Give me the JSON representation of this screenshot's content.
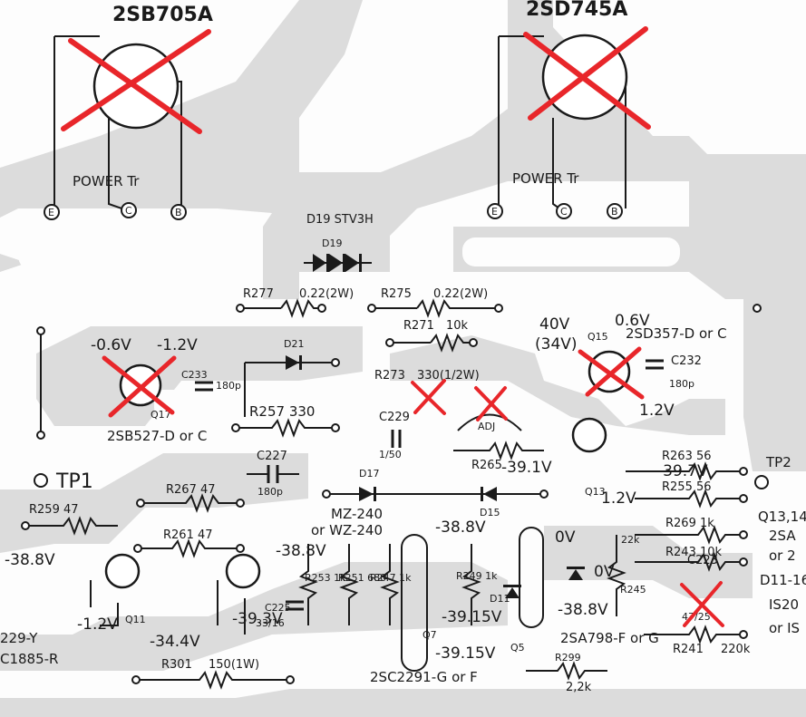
{
  "transistors": {
    "left_power": "2SB705A",
    "right_power": "2SD745A",
    "power_tr_left": "POWER Tr",
    "power_tr_right": "POWER Tr",
    "q15_part": "2SD357-D or C",
    "q17_part": "2SB527-D or C",
    "q5_part": "2SA798-F or G",
    "q7_part": "2SC2291-G or F",
    "left_edge_1": "229-Y",
    "left_edge_2": "C1885-R"
  },
  "pins": {
    "e": "E",
    "c": "C",
    "b": "B"
  },
  "designators": {
    "d19": "D19",
    "d19_part": "D19  STV3H",
    "d21": "D21",
    "d17": "D17",
    "d15": "D15",
    "d11": "D11",
    "q17": "Q17",
    "q15": "Q15",
    "q13": "Q13",
    "q11": "Q11",
    "q7": "Q7",
    "q5": "Q5",
    "tp1": "TP1",
    "tp2": "TP2",
    "adj": "ADJ",
    "zener_1": "MZ-240",
    "zener_2": "or  WZ-240"
  },
  "resistors": {
    "r277": "R277",
    "r277_val": "0.22(2W)",
    "r275": "R275",
    "r275_val": "0.22(2W)",
    "r271": "R271",
    "r271_val": "10k",
    "r273": "R273",
    "r273_val": "330(1/2W)",
    "r257": "R257  330",
    "r267": "R267  47",
    "r259": "R259  47",
    "r261": "R261  47",
    "r263": "R263  56",
    "r255": "R255  56",
    "r269": "R269  1k",
    "r243": "R243  10k",
    "r241": "R241",
    "r241_val": "220k",
    "r265": "R265",
    "r301": "R301",
    "r301_val": "150(1W)",
    "r299": "R299",
    "r299_val": "2,2k",
    "r253": "R253  1k",
    "r251": "R251  680",
    "r247": "R247  1k",
    "r249": "R249  1k",
    "r245": "R245",
    "r245_val": "22k"
  },
  "capacitors": {
    "c233": "C233",
    "c233_val": "180p",
    "c232": "C232",
    "c232_val": "180p",
    "c229": "C229",
    "c229_val": "1/50",
    "c227": "C227",
    "c227_val": "180p",
    "c225": "C225",
    "c225_val": "33/16",
    "c223": "C223",
    "c223_val": "47/25"
  },
  "voltages": {
    "v_neg06": "-0.6V",
    "v_neg12": "-1.2V",
    "v_40": "40V",
    "v_34": "(34V)",
    "v_06": "0.6V",
    "v_12r": "1.2V",
    "v_391": "-39.1V",
    "v_397": "-39.7V",
    "v_12q13": "1.2V",
    "v_388a": "-38.8V",
    "v_388b": "-38.8V",
    "v_388c": "-38.8V",
    "v_neg12b": "-1.2V",
    "v_344": "-34.4V",
    "v_393": "-39.3V",
    "v_0": "0V",
    "v_3915": "-39.15V",
    "v_3915b": "-39.15V",
    "v_388d": "-38.8V",
    "v_0b": "0V"
  },
  "right_edge": {
    "q1314": "Q13,14",
    "sa": "2SA",
    "or2": "or 2",
    "d1116": "D11-16",
    "is20": "IS20",
    "oris": "or IS"
  },
  "marks": {
    "cross_color": "#e8262a",
    "ink": "#1a1a1a",
    "trace": "#d9d9d9"
  }
}
